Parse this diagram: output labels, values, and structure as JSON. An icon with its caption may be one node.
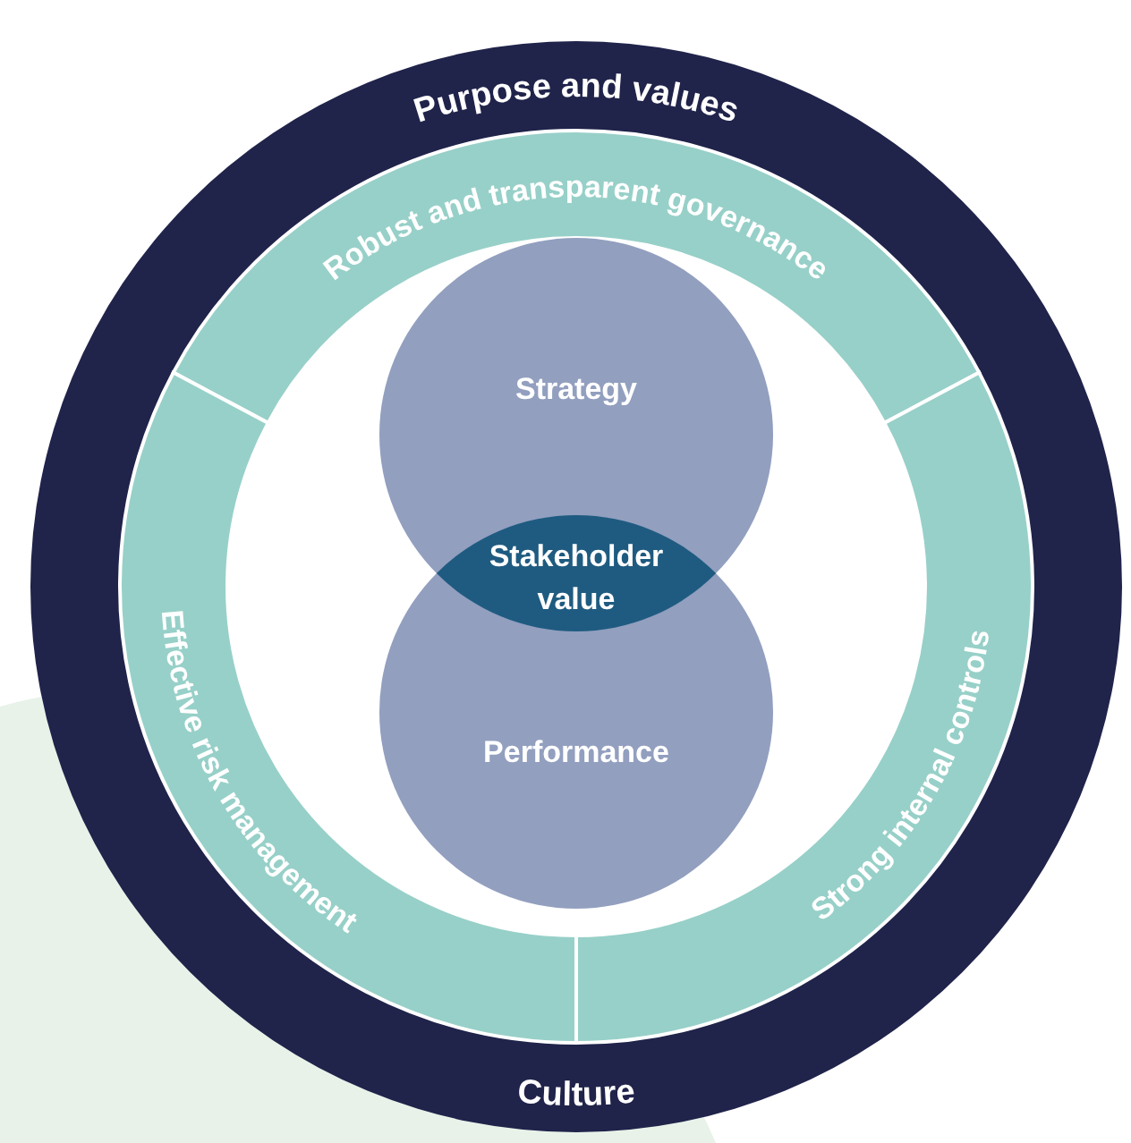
{
  "diagram": {
    "nodes": [
      {
        "text": [
          "Purpose and values",
          "Culture"
        ]
      },
      {
        "text": [
          "Robust and transparent governance"
        ],
        "in": 0
      },
      {
        "text": [
          "Effective risk management"
        ],
        "in": 0
      },
      {
        "text": [
          "Strong internal controls"
        ],
        "in": 0
      },
      {
        "text": [
          "Strategy"
        ],
        "in": 0
      },
      {
        "text": [
          "Performance"
        ],
        "in": 0
      },
      {
        "text": [
          "Stakeholder value"
        ]
      }
    ],
    "edges": []
  }
}
